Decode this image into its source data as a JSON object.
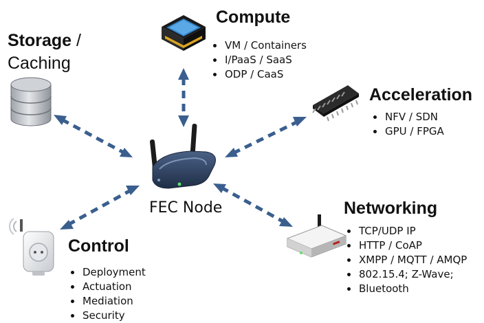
{
  "center": {
    "label": "FEC Node"
  },
  "groups": {
    "storage": {
      "title_bold": "Storage",
      "title_rest": " /",
      "title_line2": "Caching",
      "items": []
    },
    "compute": {
      "title": "Compute",
      "items": [
        "VM / Containers",
        "I/PaaS / SaaS",
        "ODP / CaaS"
      ]
    },
    "acceleration": {
      "title": "Acceleration",
      "items": [
        "NFV / SDN",
        "GPU / FPGA"
      ]
    },
    "networking": {
      "title": "Networking",
      "items": [
        "TCP/UDP IP",
        "HTTP / CoAP",
        "XMPP / MQTT / AMQP",
        "802.15.4; Z-Wave;",
        "Bluetooth"
      ]
    },
    "control": {
      "title": "Control",
      "items": [
        "Deployment",
        "Actuation",
        "Mediation",
        "Security"
      ]
    }
  },
  "icons": {
    "center": "router-icon",
    "storage": "database-icon",
    "compute": "processor-chip-icon",
    "acceleration": "memory-chip-icon",
    "networking": "gateway-device-icon",
    "control": "smart-plug-icon"
  },
  "colors": {
    "arrow": "#3a5f8e",
    "router": "#2d4160",
    "compute_chip": "#2e7fc4"
  }
}
